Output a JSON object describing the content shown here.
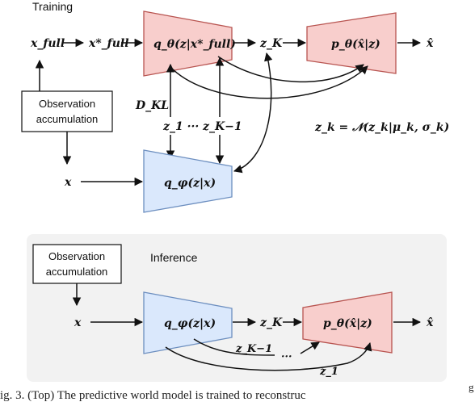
{
  "training": {
    "title": "Training",
    "x_full": "x_full",
    "x_full_star": "x*_full",
    "encoder_full": "q_θ(z|x*_full)",
    "z_K": "z_K",
    "decoder": "p_θ(x̂|z)",
    "x_hat": "x̂",
    "obs_box": [
      "Observation",
      "accumulation"
    ],
    "d_kl": "D_KL",
    "z_seq": "z_1  ···  z_K−1",
    "z_k_formula": "z_k = 𝒩(z_k|μ_k, σ_k)",
    "x": "x",
    "encoder_obs": "q_φ(z|x)"
  },
  "inference": {
    "title": "Inference",
    "obs_box": [
      "Observation",
      "accumulation"
    ],
    "x": "x",
    "encoder_obs": "q_φ(z|x)",
    "z_K": "z_K",
    "decoder": "p_θ(x̂|z)",
    "x_hat": "x̂",
    "z_K_minus_1": "z_K−1",
    "dots": "···",
    "z_1": "z_1"
  },
  "caption": "ig. 3.   (Top) The predictive world model is trained to reconstruc",
  "colors": {
    "red_fill": "#f8cecc",
    "red_stroke": "#b85450",
    "blue_fill": "#dae8fc",
    "blue_stroke": "#6c8ebf",
    "panel_fill": "#f2f2f2"
  }
}
